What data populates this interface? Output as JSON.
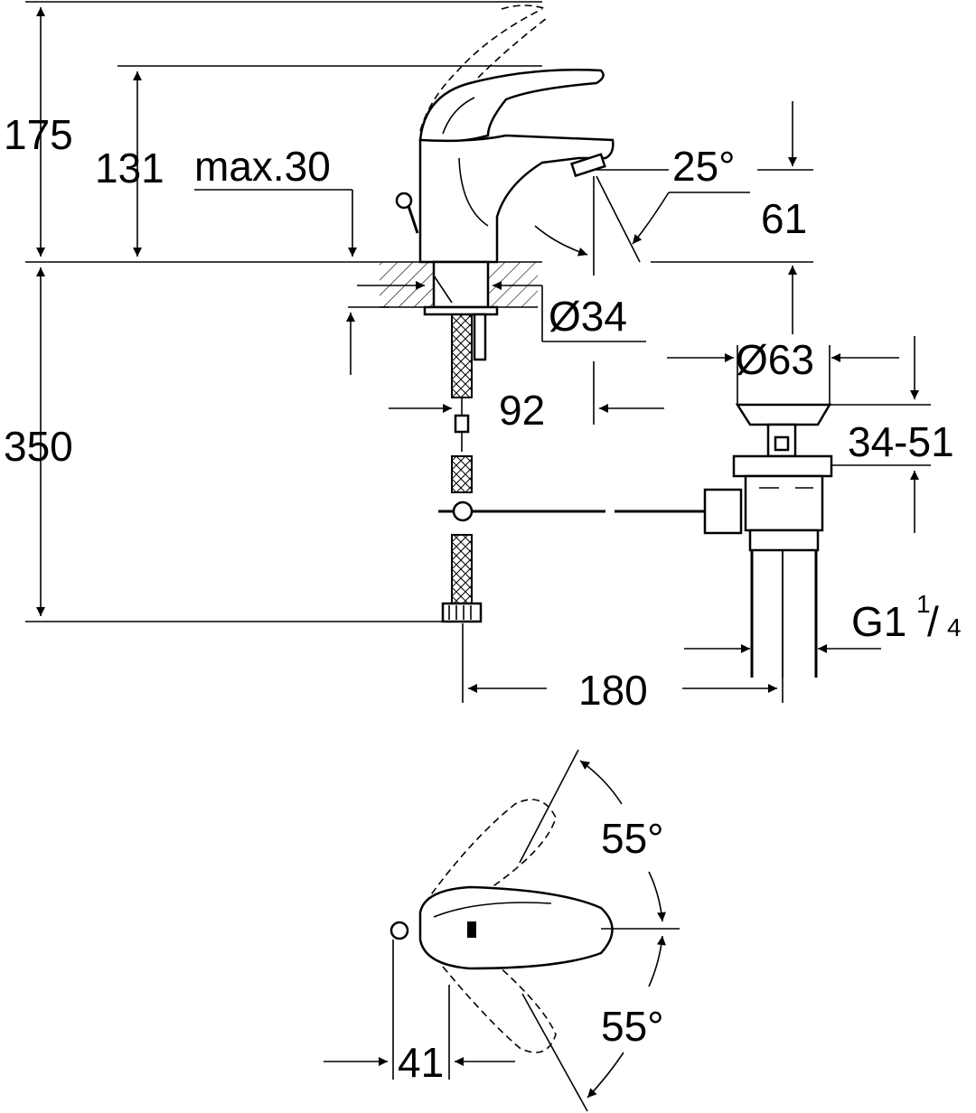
{
  "dimensions": {
    "overall_height": "175",
    "handle_height": "131",
    "max_thickness": "max.30",
    "spout_angle": "25°",
    "spout_height": "61",
    "bore_diameter": "Ø34",
    "drain_diameter": "Ø63",
    "offset": "92",
    "drain_range": "34-51",
    "below_counter": "350",
    "thread_main": "G1",
    "thread_num": "1",
    "thread_den": "4",
    "spacing": "180",
    "rotation_top": "55°",
    "rotation_bottom": "55°",
    "side_offset": "41"
  }
}
